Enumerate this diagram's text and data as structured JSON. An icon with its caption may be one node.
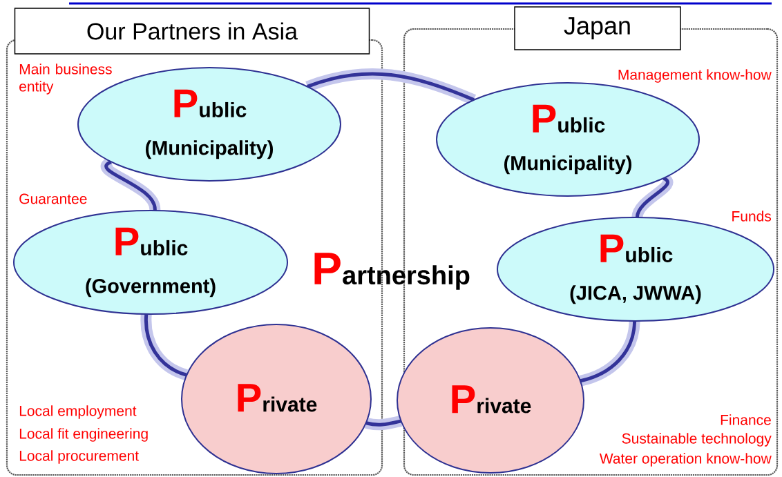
{
  "diagram": {
    "nodes": [
      {
        "text": [
          "Our Partners in Asia"
        ]
      },
      {
        "text": [
          "**P**ublic",
          "(Municipality)"
        ],
        "in": 0,
        "beside": [
          "Main business entity"
        ]
      },
      {
        "text": [
          "**P**ublic",
          "(Government)"
        ],
        "in": 0,
        "beside": [
          "Guarantee"
        ]
      },
      {
        "text": [
          "**P**rivate"
        ],
        "in": 0,
        "beside": [
          "Local employment",
          "Local fit engineering",
          "Local procurement"
        ]
      },
      {
        "text": [
          "Japan"
        ]
      },
      {
        "text": [
          "**P**ublic",
          "(Municipality)"
        ],
        "in": 4,
        "beside": [
          "Management know-how"
        ]
      },
      {
        "text": [
          "**P**ublic",
          "(JICA, JWWA)"
        ],
        "in": 4,
        "beside": [
          "Funds"
        ]
      },
      {
        "text": [
          "**P**rivate"
        ],
        "in": 4,
        "beside": [
          "Finance",
          "Sustainable technology",
          "Water operation know-how"
        ]
      }
    ],
    "edges": [
      {
        "from": 1,
        "to": 5,
        "arrow": "none"
      },
      {
        "from": 5,
        "to": 6,
        "arrow": "none"
      },
      {
        "from": 6,
        "to": 7,
        "arrow": "none"
      },
      {
        "from": 7,
        "to": 3,
        "arrow": "none"
      },
      {
        "from": 3,
        "to": 2,
        "arrow": "none"
      },
      {
        "from": 2,
        "to": 1,
        "arrow": "none"
      }
    ],
    "labels": [
      "**P**artnership"
    ]
  }
}
